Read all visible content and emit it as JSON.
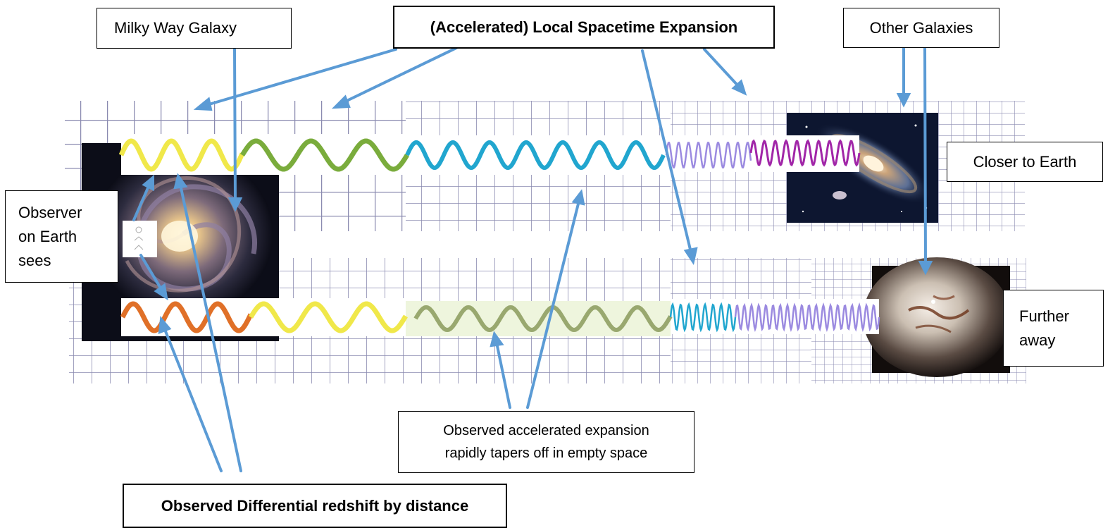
{
  "labels": {
    "milky_way": "Milky Way Galaxy",
    "local_expansion": "(Accelerated) Local Spacetime Expansion",
    "other_galaxies": "Other Galaxies",
    "closer": "Closer to Earth",
    "further": "Further away",
    "observer": "Observer\non Earth\nsees",
    "tapers": "Observed accelerated expansion\nrapidly tapers off in empty space",
    "differential": "Observed Differential redshift by distance"
  },
  "colors": {
    "arrow": "#5b9bd5",
    "grid_line": "#8a8ab0",
    "wave_yellow": "#f0e84a",
    "wave_green": "#7aac3c",
    "wave_cyan": "#21a6cf",
    "wave_lavender": "#9b8ae0",
    "wave_purple": "#a126a8",
    "wave_orange": "#e07028",
    "wave_olive": "#8a9a5c"
  },
  "icons": {
    "milky_way": "spiral-galaxy-image",
    "andromeda": "andromeda-galaxy-image",
    "elliptical": "elliptical-galaxy-image",
    "observer": "stick-figure-icon"
  }
}
